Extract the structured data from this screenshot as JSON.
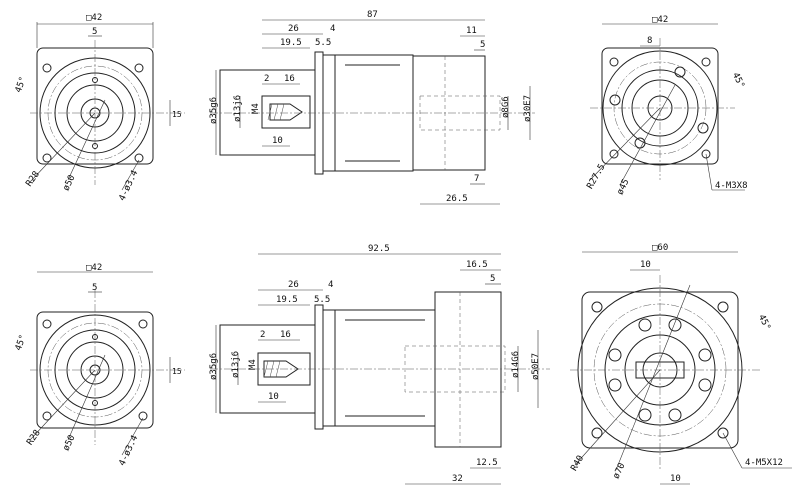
{
  "top": {
    "left_view": {
      "square": "□42",
      "pitch": "5",
      "angle": "45°",
      "height": "15",
      "r": "R28",
      "d": "ø50",
      "holes": "4-ø3.4"
    },
    "side_view": {
      "overall": "87",
      "d26": "26",
      "d4": "4",
      "d19": "19.5",
      "d55": "5.5",
      "d2": "2",
      "d16": "16",
      "d10": "10",
      "shaft_dia": "ø35g6",
      "hub_dia": "ø13j6",
      "thread": "M4",
      "d11": "11",
      "d5": "5",
      "bore": "ø8G6",
      "flange_dia": "ø30E7",
      "d7": "7",
      "d265": "26.5"
    },
    "right_view": {
      "square": "□42",
      "pitch": "8",
      "angle": "45°",
      "r": "R27.5",
      "d": "ø45",
      "holes": "4-M3X8"
    }
  },
  "bottom": {
    "left_view": {
      "square": "□42",
      "pitch": "5",
      "angle": "45°",
      "height": "15",
      "r": "R28",
      "d": "ø50",
      "holes": "4-ø3.4"
    },
    "side_view": {
      "overall": "92.5",
      "d26": "26",
      "d4": "4",
      "d19": "19.5",
      "d55": "5.5",
      "d2": "2",
      "d16": "16",
      "d10": "10",
      "shaft_dia": "ø35g6",
      "hub_dia": "ø13j6",
      "thread": "M4",
      "d165": "16.5",
      "d5": "5",
      "bore": "ø14G6",
      "flange_dia": "ø50E7",
      "d125": "12.5",
      "d32": "32"
    },
    "right_view": {
      "square": "□60",
      "pitch": "10",
      "angle": "45°",
      "r": "R40",
      "d": "ø70",
      "holes": "4-M5X12",
      "d10b": "10"
    }
  }
}
